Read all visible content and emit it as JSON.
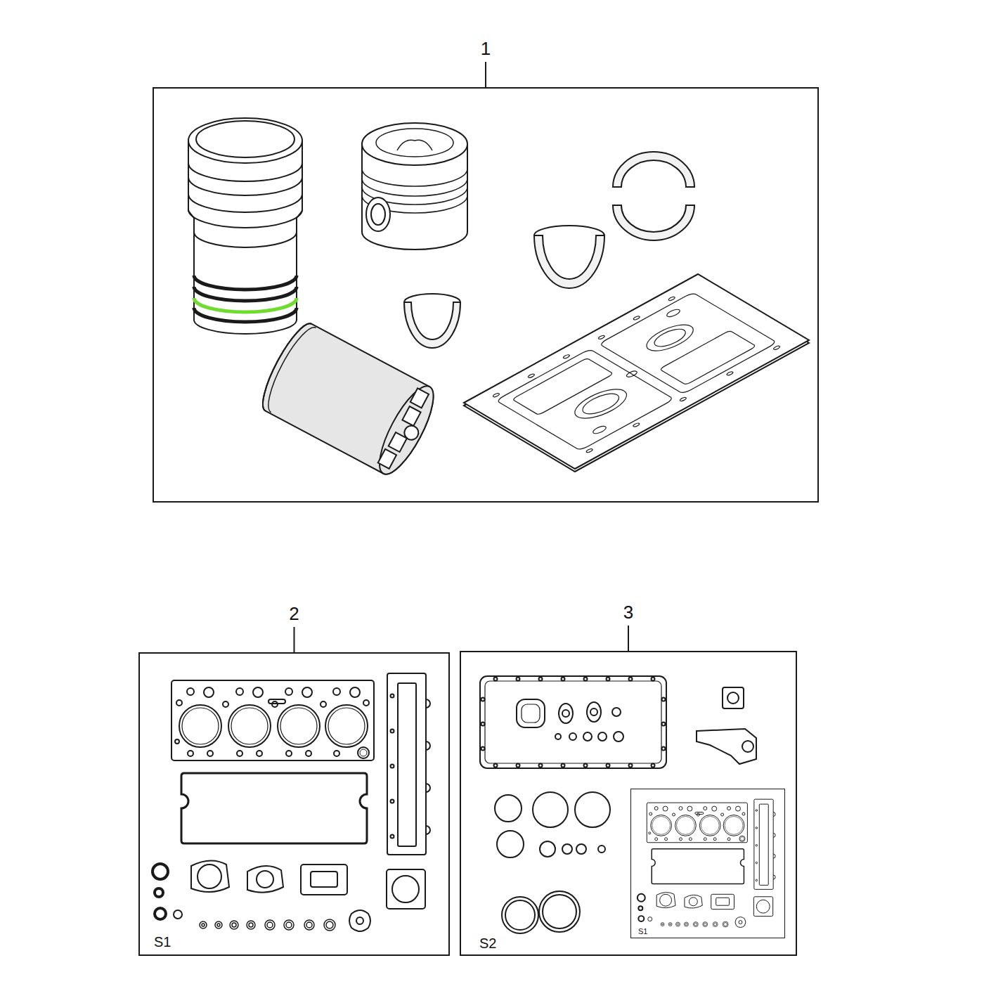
{
  "diagram": {
    "nodes": [
      {
        "text": [
          "1"
        ]
      },
      {
        "text": [
          "2",
          "S1"
        ]
      },
      {
        "text": [
          "3",
          "S2"
        ]
      },
      {
        "text": [
          "S1"
        ],
        "in": 2
      }
    ]
  }
}
